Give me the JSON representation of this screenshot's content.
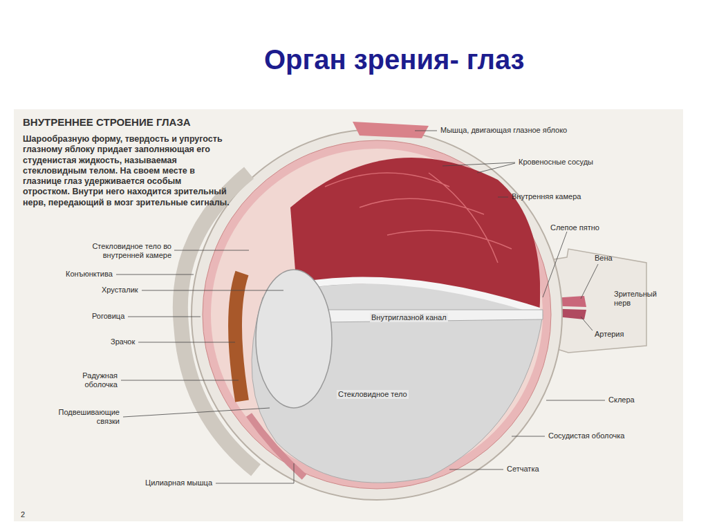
{
  "diagram": {
    "title": "Орган зрения- глаз",
    "labels": [
      "ВНУТРЕННЕЕ СТРОЕНИЕ ГЛАЗА",
      "Шарообразную форму, твердость и упругость глазному яблоку придает заполняющая его студенистая жидкость, называемая стекловидным телом. На своем месте в глазнице глаз удерживается особым отростком. Внутри него находится зрительный нерв, передающий в мозг зрительные сигналы.",
      "Мышца, двигающая глазное яблоко",
      "Кровеносные сосуды",
      "Внутренняя камера",
      "Слепое пятно",
      "Вена",
      "Зрительный нерв",
      "Артерия",
      "Стекловидное тело во внутренней камере",
      "Конъюнктива",
      "Хрусталик",
      "Роговица",
      "Зрачок",
      "Внутриглазной канал",
      "Радужная оболочка",
      "Подвешивающие связки",
      "Стекловидное тело",
      "Склера",
      "Сосудистая оболочка",
      "Сетчатка",
      "Цилиарная мышца",
      "2"
    ]
  }
}
